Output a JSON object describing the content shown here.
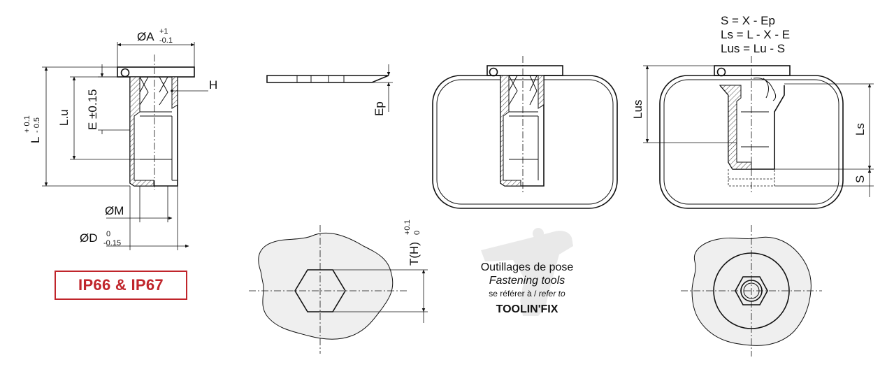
{
  "colors": {
    "line": "#111111",
    "section_fill": "#efefef",
    "badge": "#c0252b"
  },
  "dimensions": {
    "diameter_a": {
      "label": "ØA",
      "tol_upper": "+1",
      "tol_lower": "-0.1"
    },
    "length_l": {
      "label": "L",
      "tol_upper": "+ 0.1",
      "tol_lower": "- 0.5"
    },
    "length_lu": {
      "label": "L.u"
    },
    "length_e": {
      "label": "E ±0.15"
    },
    "hex_h": {
      "label": "H"
    },
    "diameter_m": {
      "label": "ØM"
    },
    "diameter_d": {
      "label": "ØD",
      "tol_upper": "0",
      "tol_lower": "-0.15"
    },
    "thickness_ep": {
      "label": "Ep"
    },
    "hole_t": {
      "label": "T(H)",
      "tol_upper": "+0.1",
      "tol_lower": "0"
    },
    "lus": {
      "label": "Lus"
    },
    "ls": {
      "label": "Ls"
    },
    "s": {
      "label": "S"
    }
  },
  "formulas": [
    "S = X - Ep",
    "Ls = L - X - E",
    "Lus = Lu - S"
  ],
  "badge": {
    "text": "IP66 & IP67"
  },
  "tooling": {
    "line1": "Outillages de pose",
    "line2": "Fastening tools",
    "line3_fr": "se référer à / ",
    "line3_en": "refer to",
    "line4": "TOOLIN'FIX"
  }
}
